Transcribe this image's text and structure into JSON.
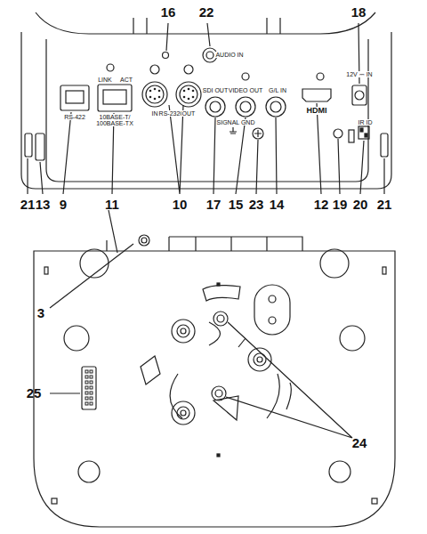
{
  "diagram": {
    "labels": [
      "16",
      "22",
      "18",
      "21",
      "13",
      "9",
      "11",
      "10",
      "17",
      "15",
      "23",
      "14",
      "12",
      "19",
      "20",
      "21",
      "3",
      "25",
      "24",
      "LINK",
      "ACT",
      "RS-422",
      "10BASE-T/ 100BASE-TX",
      "IN",
      "RS-232C",
      "OUT",
      "AUDIO IN",
      "SDI OUT",
      "VIDEO OUT",
      "G/L IN",
      "SIGNAL GND",
      "12V ⎓ IN",
      "HDMI",
      "IR",
      "ID"
    ]
  }
}
